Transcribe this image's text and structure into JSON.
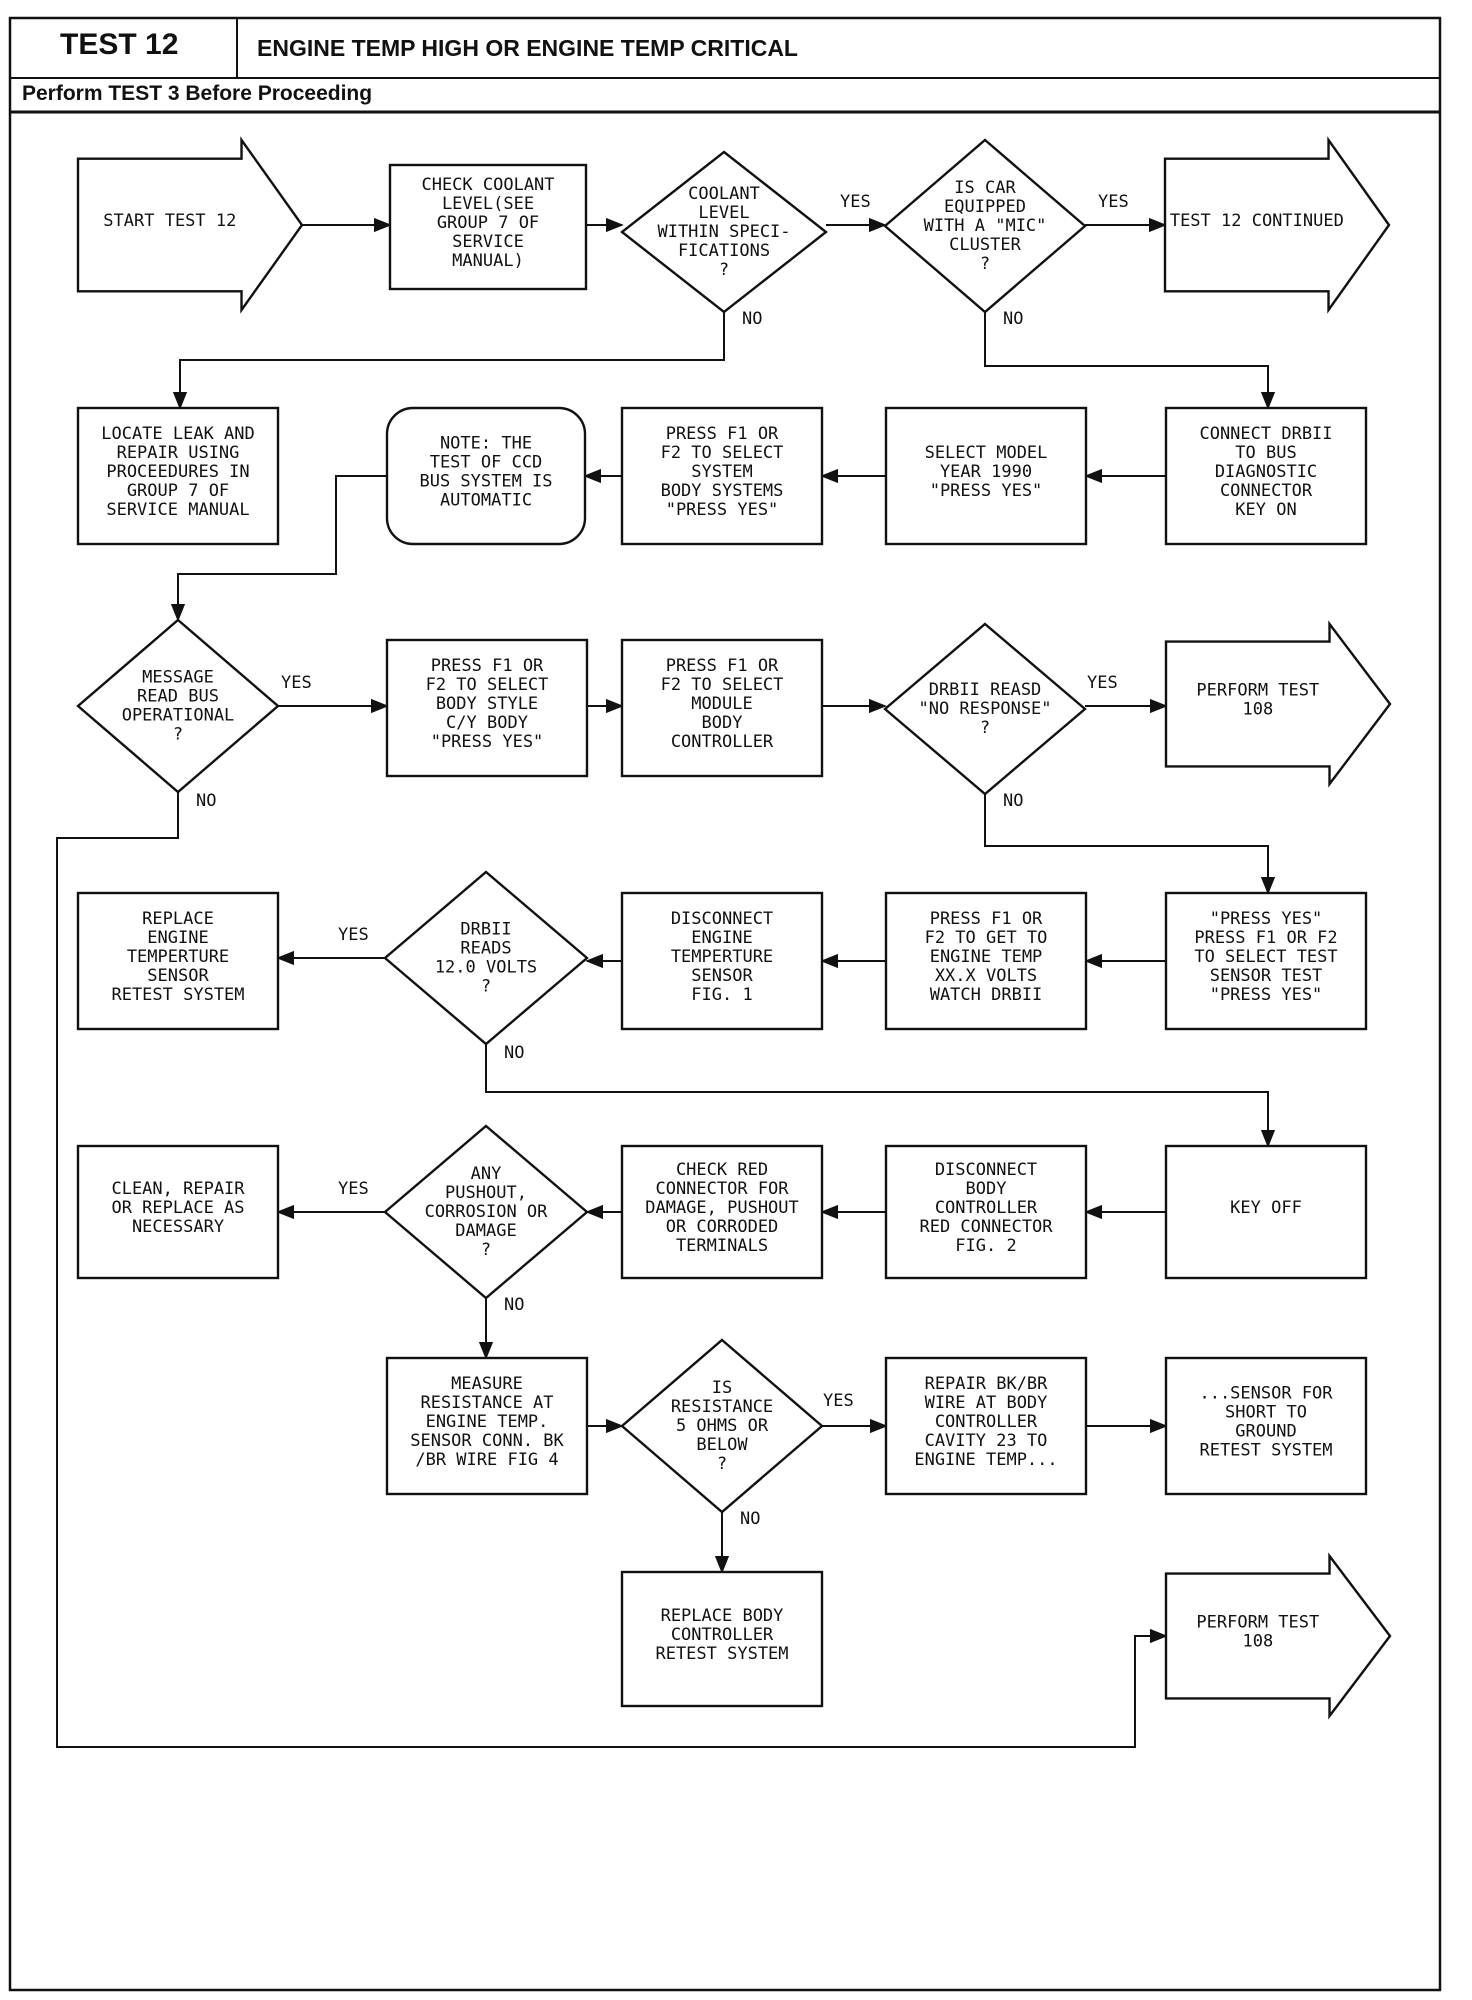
{
  "header": {
    "test_number": "TEST 12",
    "title": "ENGINE TEMP HIGH OR ENGINE TEMP CRITICAL",
    "subtitle": "Perform TEST 3 Before Proceeding"
  },
  "flowchart": {
    "nodes": [
      {
        "id": "start",
        "shape": "arrow-box",
        "lines": [
          "START TEST 12"
        ]
      },
      {
        "id": "check-coolant",
        "shape": "rect",
        "lines": [
          "CHECK COOLANT",
          "LEVEL(SEE",
          "GROUP 7 OF",
          "SERVICE",
          "MANUAL)"
        ]
      },
      {
        "id": "coolant-within",
        "shape": "diamond",
        "lines": [
          "COOLANT",
          "LEVEL",
          "WITHIN SPECI-",
          "FICATIONS",
          "?"
        ]
      },
      {
        "id": "mic-cluster",
        "shape": "diamond",
        "lines": [
          "IS CAR",
          "EQUIPPED",
          "WITH A \"MIC\"",
          "CLUSTER",
          "?"
        ]
      },
      {
        "id": "test12-continued",
        "shape": "arrow-box",
        "lines": [
          "TEST 12 CONTINUED"
        ]
      },
      {
        "id": "locate-leak",
        "shape": "rect",
        "lines": [
          "LOCATE LEAK AND",
          "REPAIR USING",
          "PROCEEDURES IN",
          "GROUP 7 OF",
          "SERVICE MANUAL"
        ]
      },
      {
        "id": "note-ccd",
        "shape": "rounded",
        "lines": [
          "NOTE: THE",
          "TEST OF CCD",
          "BUS SYSTEM IS",
          "AUTOMATIC"
        ]
      },
      {
        "id": "press-body-systems",
        "shape": "rect",
        "lines": [
          "PRESS F1 OR",
          "F2 TO SELECT",
          "SYSTEM",
          "BODY SYSTEMS",
          "\"PRESS YES\""
        ]
      },
      {
        "id": "select-model-year",
        "shape": "rect",
        "lines": [
          "SELECT MODEL",
          "YEAR 1990",
          "\"PRESS YES\""
        ]
      },
      {
        "id": "connect-drbii",
        "shape": "rect",
        "lines": [
          "CONNECT DRBII",
          "TO BUS",
          "DIAGNOSTIC",
          "CONNECTOR",
          "KEY ON"
        ]
      },
      {
        "id": "bus-operational",
        "shape": "diamond",
        "lines": [
          "MESSAGE",
          "READ BUS",
          "OPERATIONAL",
          "?"
        ]
      },
      {
        "id": "press-body-style",
        "shape": "rect",
        "lines": [
          "PRESS F1 OR",
          "F2 TO SELECT",
          "BODY STYLE",
          "C/Y BODY",
          "\"PRESS YES\""
        ]
      },
      {
        "id": "press-module",
        "shape": "rect",
        "lines": [
          "PRESS F1 OR",
          "F2 TO SELECT",
          "MODULE",
          "BODY",
          "CONTROLLER"
        ]
      },
      {
        "id": "no-response",
        "shape": "diamond",
        "lines": [
          "DRBII REASD",
          "\"NO RESPONSE\"",
          "?"
        ]
      },
      {
        "id": "perform-108-a",
        "shape": "arrow-box",
        "lines": [
          "PERFORM TEST",
          "108"
        ]
      },
      {
        "id": "replace-sensor",
        "shape": "rect",
        "lines": [
          "REPLACE",
          "ENGINE",
          "TEMPERTURE",
          "SENSOR",
          "RETEST SYSTEM"
        ]
      },
      {
        "id": "reads-12v",
        "shape": "diamond",
        "lines": [
          "DRBII",
          "READS",
          "12.0 VOLTS",
          "?"
        ]
      },
      {
        "id": "disconnect-sensor",
        "shape": "rect",
        "lines": [
          "DISCONNECT",
          "ENGINE",
          "TEMPERTURE",
          "SENSOR",
          "FIG. 1"
        ]
      },
      {
        "id": "press-engine-temp",
        "shape": "rect",
        "lines": [
          "PRESS F1 OR",
          "F2 TO GET TO",
          "ENGINE TEMP",
          "XX.X VOLTS",
          "WATCH DRBII"
        ]
      },
      {
        "id": "press-sensor-test",
        "shape": "rect",
        "lines": [
          "\"PRESS YES\"",
          "PRESS F1 OR F2",
          "TO SELECT TEST",
          "SENSOR TEST",
          "\"PRESS YES\""
        ]
      },
      {
        "id": "clean-repair",
        "shape": "rect",
        "lines": [
          "CLEAN, REPAIR",
          "OR REPLACE AS",
          "NECESSARY"
        ]
      },
      {
        "id": "pushout-damage",
        "shape": "diamond",
        "lines": [
          "ANY",
          "PUSHOUT,",
          "CORROSION OR",
          "DAMAGE",
          "?"
        ]
      },
      {
        "id": "check-red-connector",
        "shape": "rect",
        "lines": [
          "CHECK RED",
          "CONNECTOR FOR",
          "DAMAGE, PUSHOUT",
          "OR CORRODED",
          "TERMINALS"
        ]
      },
      {
        "id": "disconnect-body-controller",
        "shape": "rect",
        "lines": [
          "DISCONNECT",
          "BODY",
          "CONTROLLER",
          "RED CONNECTOR",
          "FIG. 2"
        ]
      },
      {
        "id": "key-off",
        "shape": "rect",
        "lines": [
          "KEY OFF"
        ]
      },
      {
        "id": "measure-resistance",
        "shape": "rect",
        "lines": [
          "MEASURE",
          "RESISTANCE AT",
          "ENGINE TEMP.",
          "SENSOR CONN. BK",
          "/BR WIRE FIG 4"
        ]
      },
      {
        "id": "resistance-5ohms",
        "shape": "diamond",
        "lines": [
          "IS",
          "RESISTANCE",
          "5 OHMS OR",
          "BELOW",
          "?"
        ]
      },
      {
        "id": "repair-bk-br",
        "shape": "rect",
        "lines": [
          "REPAIR BK/BR",
          "WIRE AT BODY",
          "CONTROLLER",
          "CAVITY 23 TO",
          "ENGINE TEMP..."
        ]
      },
      {
        "id": "sensor-short",
        "shape": "rect",
        "lines": [
          "...SENSOR FOR",
          "SHORT TO",
          "GROUND",
          "RETEST SYSTEM"
        ]
      },
      {
        "id": "replace-body-controller",
        "shape": "rect",
        "lines": [
          "REPLACE BODY",
          "CONTROLLER",
          "RETEST SYSTEM"
        ]
      },
      {
        "id": "perform-108-b",
        "shape": "arrow-box",
        "lines": [
          "PERFORM TEST",
          "108"
        ]
      }
    ],
    "edges": [
      {
        "from": "start",
        "to": "check-coolant"
      },
      {
        "from": "check-coolant",
        "to": "coolant-within"
      },
      {
        "from": "coolant-within",
        "to": "mic-cluster",
        "label": "YES"
      },
      {
        "from": "mic-cluster",
        "to": "test12-continued",
        "label": "YES"
      },
      {
        "from": "coolant-within",
        "to": "locate-leak",
        "label": "NO"
      },
      {
        "from": "mic-cluster",
        "to": "connect-drbii",
        "label": "NO"
      },
      {
        "from": "connect-drbii",
        "to": "select-model-year"
      },
      {
        "from": "select-model-year",
        "to": "press-body-systems"
      },
      {
        "from": "press-body-systems",
        "to": "note-ccd"
      },
      {
        "from": "note-ccd",
        "to": "bus-operational"
      },
      {
        "from": "bus-operational",
        "to": "press-body-style",
        "label": "YES"
      },
      {
        "from": "press-body-style",
        "to": "press-module"
      },
      {
        "from": "press-module",
        "to": "no-response"
      },
      {
        "from": "no-response",
        "to": "perform-108-a",
        "label": "YES"
      },
      {
        "from": "no-response",
        "to": "press-sensor-test",
        "label": "NO"
      },
      {
        "from": "press-sensor-test",
        "to": "press-engine-temp"
      },
      {
        "from": "press-engine-temp",
        "to": "disconnect-sensor"
      },
      {
        "from": "disconnect-sensor",
        "to": "reads-12v"
      },
      {
        "from": "reads-12v",
        "to": "replace-sensor",
        "label": "YES"
      },
      {
        "from": "reads-12v",
        "to": "key-off",
        "label": "NO"
      },
      {
        "from": "key-off",
        "to": "disconnect-body-controller"
      },
      {
        "from": "disconnect-body-controller",
        "to": "check-red-connector"
      },
      {
        "from": "check-red-connector",
        "to": "pushout-damage"
      },
      {
        "from": "pushout-damage",
        "to": "clean-repair",
        "label": "YES"
      },
      {
        "from": "pushout-damage",
        "to": "measure-resistance",
        "label": "NO"
      },
      {
        "from": "measure-resistance",
        "to": "resistance-5ohms"
      },
      {
        "from": "resistance-5ohms",
        "to": "repair-bk-br",
        "label": "YES"
      },
      {
        "from": "repair-bk-br",
        "to": "sensor-short"
      },
      {
        "from": "resistance-5ohms",
        "to": "replace-body-controller",
        "label": "NO"
      },
      {
        "from": "bus-operational",
        "to": "perform-108-b",
        "label": "NO"
      }
    ]
  }
}
